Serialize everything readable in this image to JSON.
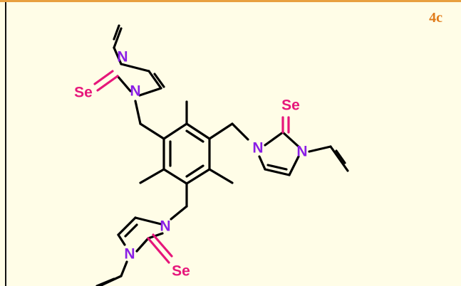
{
  "compound_label": "4c",
  "atom_labels": {
    "nitrogen": "N",
    "selenium": "Se"
  },
  "colors": {
    "background": "#fffde7",
    "frame_top": "#e8a040",
    "frame_left": "#111111",
    "label": "#e07b1a",
    "nitrogen": "#8a1ee6",
    "selenium": "#e6167a",
    "bond": "#000000"
  }
}
